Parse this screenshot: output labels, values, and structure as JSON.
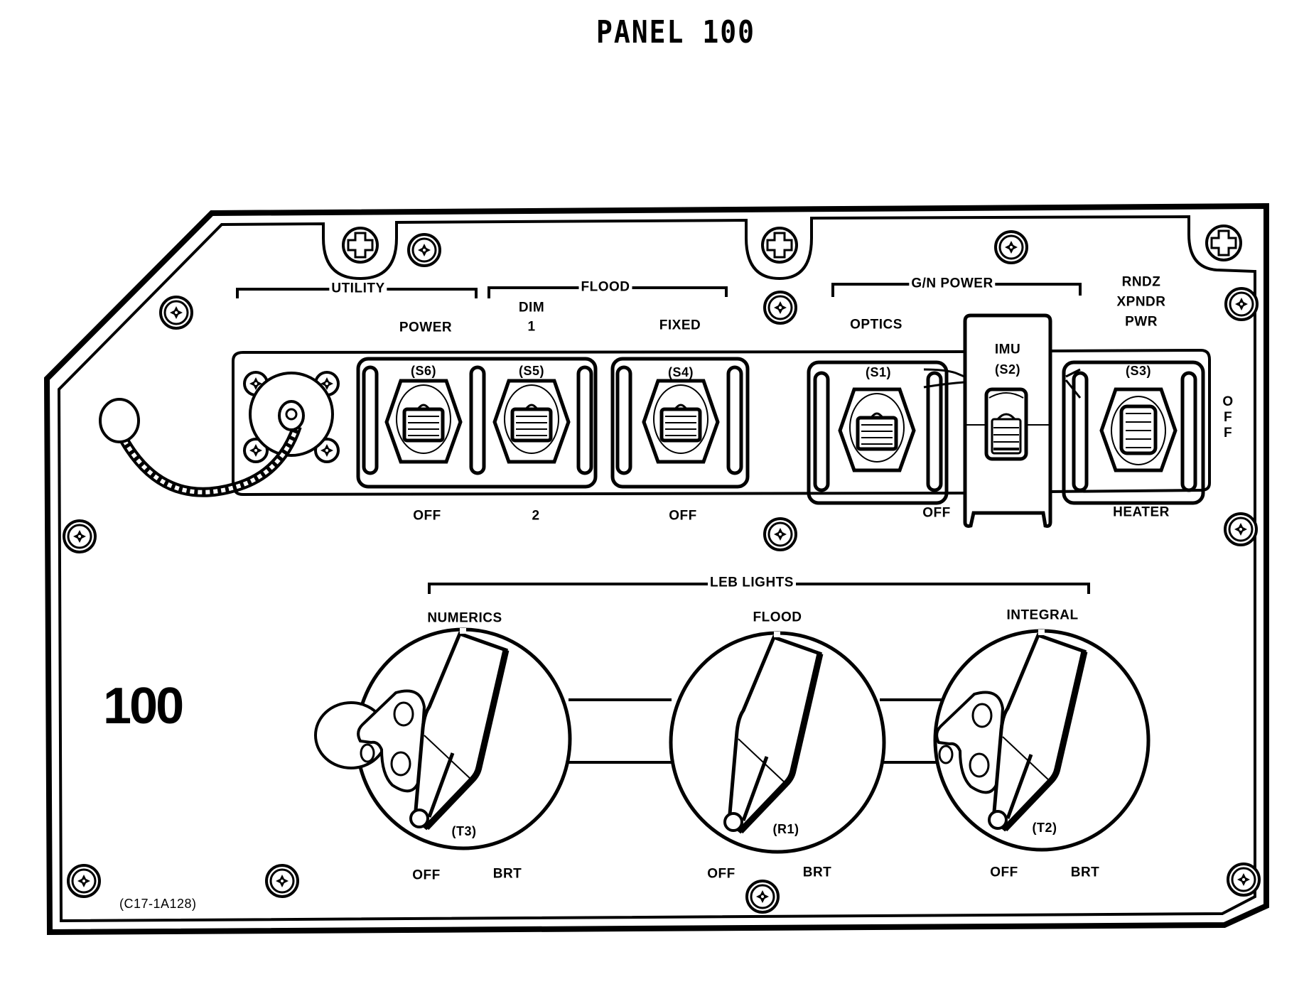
{
  "title": "PANEL 100",
  "panel_number": "100",
  "reference_code": "(C17-1A128)",
  "groups": {
    "utility": "UTILITY",
    "flood": "FLOOD",
    "gn_power": "G/N POWER",
    "leb_lights": "LEB LIGHTS"
  },
  "toggle_switches": [
    {
      "id": "(S6)",
      "top_label": "POWER",
      "bottom_label": "OFF",
      "group": "UTILITY"
    },
    {
      "id": "(S5)",
      "top_label_line1": "DIM",
      "top_label_line2": "1",
      "bottom_label": "2",
      "group": "FLOOD"
    },
    {
      "id": "(S4)",
      "top_label": "FIXED",
      "bottom_label": "OFF",
      "group": "FLOOD"
    },
    {
      "id": "(S1)",
      "top_label": "OPTICS",
      "bottom_label": "OFF",
      "group": "G/N POWER"
    },
    {
      "id": "(S2)",
      "top_label": "IMU",
      "group": "G/N POWER"
    },
    {
      "id": "(S3)",
      "top_label_line1": "RNDZ",
      "top_label_line2": "XPNDR",
      "top_label_line3": "PWR",
      "bottom_label": "HEATER",
      "side_label": "OFF"
    }
  ],
  "rotary_knobs": [
    {
      "id": "(T3)",
      "label": "NUMERICS",
      "min_label": "OFF",
      "max_label": "BRT"
    },
    {
      "id": "(R1)",
      "label": "FLOOD",
      "min_label": "OFF",
      "max_label": "BRT"
    },
    {
      "id": "(T2)",
      "label": "INTEGRAL",
      "min_label": "OFF",
      "max_label": "BRT"
    }
  ],
  "colors": {
    "ink": "#000000",
    "paper": "#ffffff"
  }
}
